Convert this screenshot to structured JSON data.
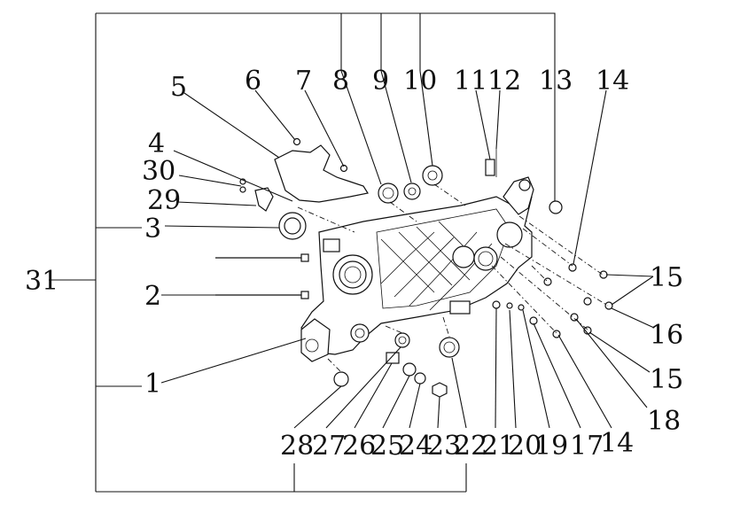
{
  "labels": [
    "1",
    "2",
    "3",
    "4",
    "5",
    "6",
    "7",
    "8",
    "9",
    "10",
    "11",
    "12",
    "13",
    "14",
    "15",
    "16",
    "17",
    "18",
    "19",
    "20",
    "21",
    "22",
    "23",
    "24",
    "25",
    "26",
    "27",
    "28",
    "29",
    "30",
    "31"
  ],
  "label_14_second": "14",
  "label_15_second": "15"
}
